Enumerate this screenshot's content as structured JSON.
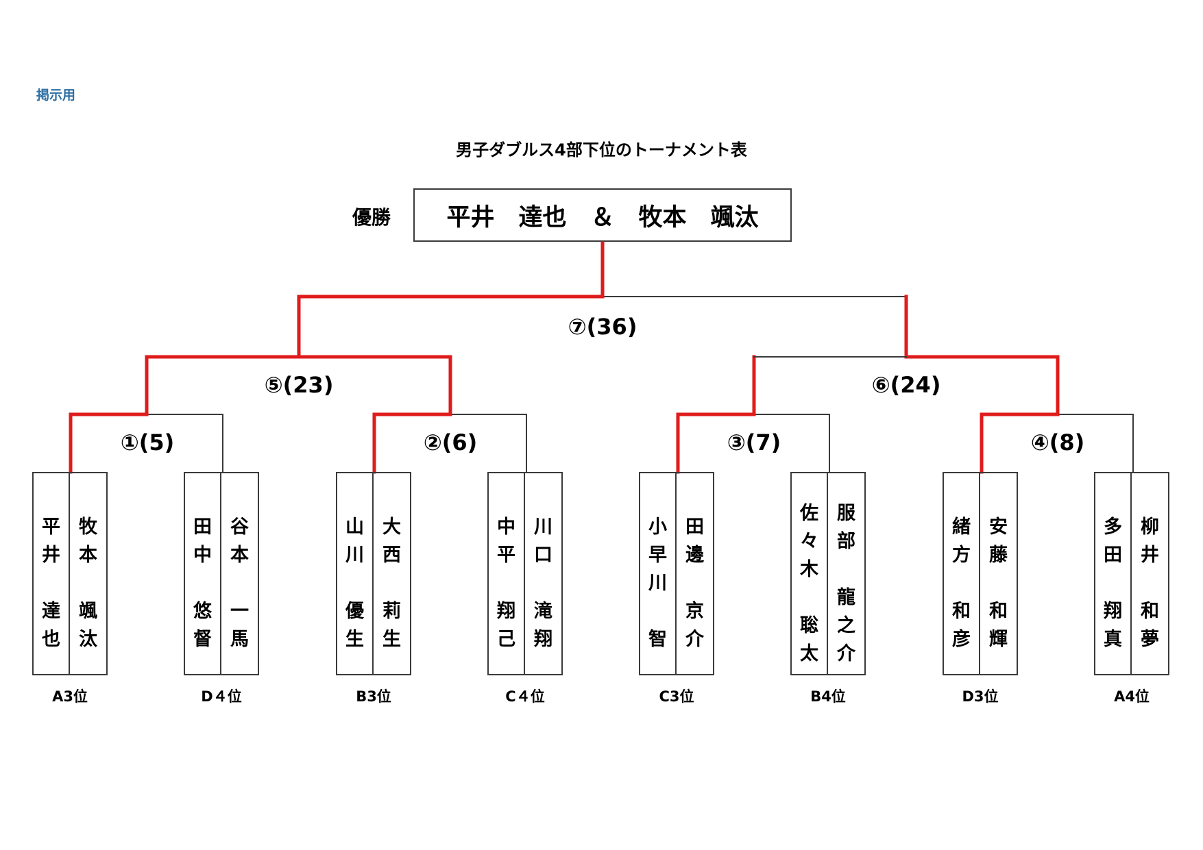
{
  "posting_label": "掲示用",
  "title": "男子ダブルス4部下位のトーナメント表",
  "champion": {
    "label": "優勝",
    "names": "平井　達也　＆　牧本　颯汰"
  },
  "colors": {
    "winner_line": "#e01b1b",
    "line": "#3a3a3a",
    "posting_label": "#2f6fa3"
  },
  "matches": {
    "m1": "①(5)",
    "m2": "②(6)",
    "m3": "③(7)",
    "m4": "④(8)",
    "m5": "⑤(23)",
    "m6": "⑥(24)",
    "m7": "⑦(36)"
  },
  "teams": [
    {
      "rank": "A3位",
      "p1": [
        "平",
        "井",
        "",
        "達",
        "也"
      ],
      "p2": [
        "牧",
        "本",
        "",
        "颯",
        "汰"
      ],
      "p1_start": 1,
      "p2_start": 1
    },
    {
      "rank": "D４位",
      "p1": [
        "田",
        "中",
        "",
        "悠",
        "督"
      ],
      "p2": [
        "谷",
        "本",
        "",
        "一",
        "馬"
      ],
      "p1_start": 1,
      "p2_start": 1
    },
    {
      "rank": "B3位",
      "p1": [
        "山",
        "川",
        "",
        "優",
        "生"
      ],
      "p2": [
        "大",
        "西",
        "",
        "莉",
        "生"
      ],
      "p1_start": 1,
      "p2_start": 1
    },
    {
      "rank": "C４位",
      "p1": [
        "中",
        "平",
        "",
        "翔",
        "己"
      ],
      "p2": [
        "川",
        "口",
        "",
        "滝",
        "翔"
      ],
      "p1_start": 1,
      "p2_start": 1
    },
    {
      "rank": "C3位",
      "p1": [
        "小",
        "早",
        "川",
        "",
        "智"
      ],
      "p2": [
        "田",
        "邊",
        "",
        "京",
        "介"
      ],
      "p1_start": 1,
      "p2_start": 1
    },
    {
      "rank": "B4位",
      "p1": [
        "佐",
        "々",
        "木",
        "",
        "聡",
        "太"
      ],
      "p2": [
        "服",
        "部",
        "",
        "龍",
        "之",
        "介"
      ],
      "p1_start": 0,
      "p2_start": 0
    },
    {
      "rank": "D3位",
      "p1": [
        "緒",
        "方",
        "",
        "和",
        "彦"
      ],
      "p2": [
        "安",
        "藤",
        "",
        "和",
        "輝"
      ],
      "p1_start": 1,
      "p2_start": 1
    },
    {
      "rank": "A4位",
      "p1": [
        "多",
        "田",
        "",
        "翔",
        "真"
      ],
      "p2": [
        "柳",
        "井",
        "",
        "和",
        "夢"
      ],
      "p1_start": 1,
      "p2_start": 1
    }
  ]
}
